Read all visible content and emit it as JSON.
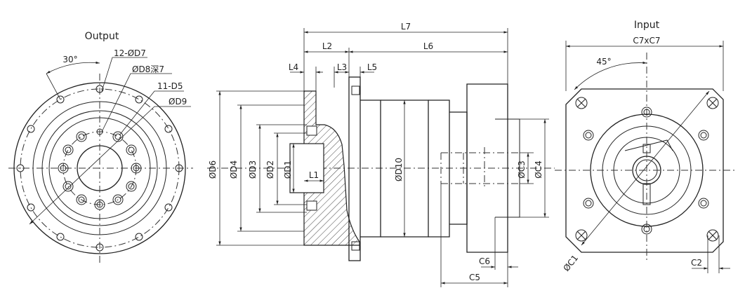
{
  "views": {
    "output_title": "Output",
    "input_title": "Input"
  },
  "labels": {
    "angle_30": "30°",
    "holes_d7": "12-ØD7",
    "d8_depth": "ØD8深7",
    "holes_d5": "11-D5",
    "d9": "ØD9",
    "l7": "L7",
    "l2": "L2",
    "l6": "L6",
    "l4": "L4",
    "l3": "L3",
    "l5": "L5",
    "d6": "ØD6",
    "d4": "ØD4",
    "d3": "ØD3",
    "d2": "ØD2",
    "d1": "ØD1",
    "l1": "L1",
    "d10": "ØD10",
    "c3": "ØC3",
    "c4": "ØC4",
    "c6": "C6",
    "c5": "C5",
    "c7": "C7xC7",
    "angle_45": "45°",
    "c1": "ØC1",
    "c2": "C2"
  }
}
